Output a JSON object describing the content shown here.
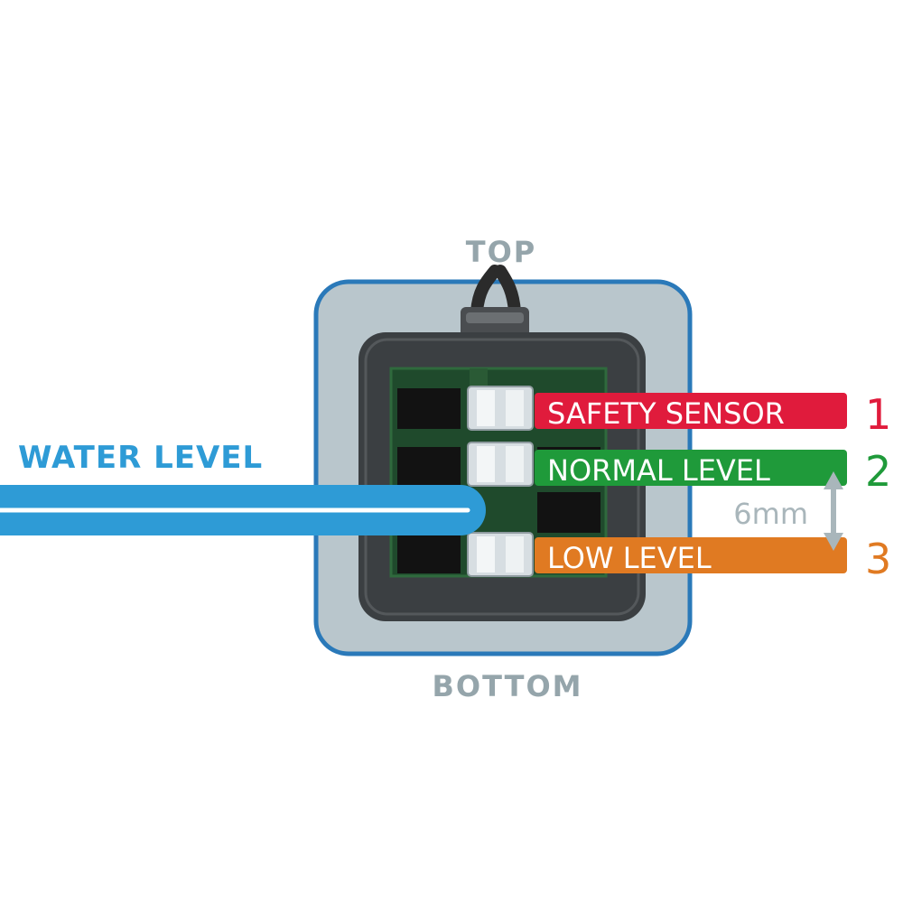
{
  "labels": {
    "top": "TOP",
    "bottom": "BOTTOM",
    "water_level": "WATER LEVEL",
    "distance": "6mm"
  },
  "sensors": [
    {
      "name": "SAFETY SENSOR",
      "number": "1",
      "color": "#e01b3c"
    },
    {
      "name": "NORMAL LEVEL",
      "number": "2",
      "color": "#1f9a3a"
    },
    {
      "name": "LOW LEVEL",
      "number": "3",
      "color": "#e07a22"
    }
  ],
  "colors": {
    "water": "#2e9bd6",
    "housing_border": "#2a79b9",
    "housing_fill": "#b9c6cc",
    "sensor_body": "#3b3f42",
    "pcb": "#1f4a2c",
    "muted_text": "#95a5ab"
  }
}
